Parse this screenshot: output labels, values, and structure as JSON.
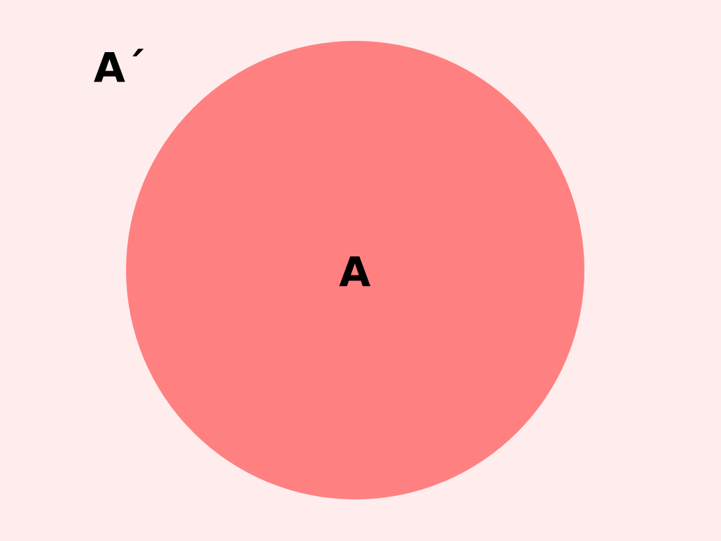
{
  "diagram": {
    "type": "venn",
    "set_label": "A",
    "complement_label": "A´"
  },
  "colors": {
    "universe": "#ffeced",
    "set_fill": "#ff8080",
    "label_text": "#000000"
  }
}
